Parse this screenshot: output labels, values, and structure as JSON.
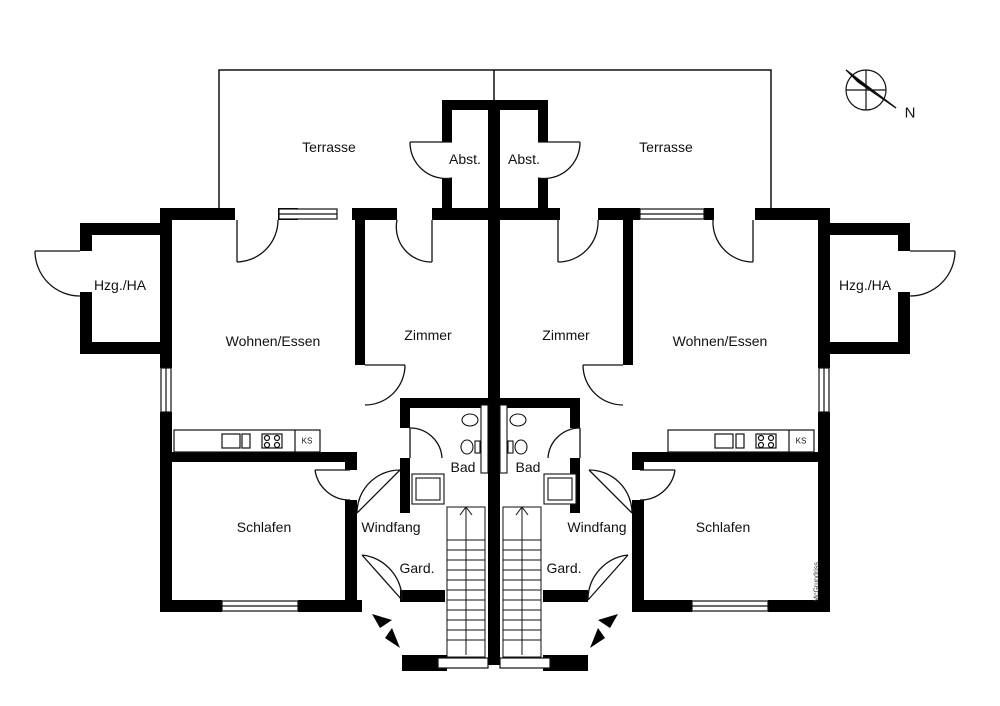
{
  "plan": {
    "left_unit": {
      "terrace": "Terrasse",
      "storage": "Abst.",
      "heating": "Hzg./HA",
      "living": "Wohnen/Essen",
      "room": "Zimmer",
      "bath": "Bad",
      "bedroom": "Schlafen",
      "vestibule": "Windfang",
      "wardrobe": "Gard.",
      "fridge": "KS"
    },
    "right_unit": {
      "terrace": "Terrasse",
      "storage": "Abst.",
      "heating": "Hzg./HA",
      "living": "Wohnen/Essen",
      "room": "Zimmer",
      "bath": "Bad",
      "bedroom": "Schlafen",
      "vestibule": "Windfang",
      "wardrobe": "Gard.",
      "fridge": "KS"
    },
    "compass": {
      "label": "N",
      "icon": "compass-icon"
    },
    "watermark": "McGrundriss",
    "colors": {
      "wall": "#000000",
      "line": "#111111",
      "background": "#ffffff"
    }
  }
}
